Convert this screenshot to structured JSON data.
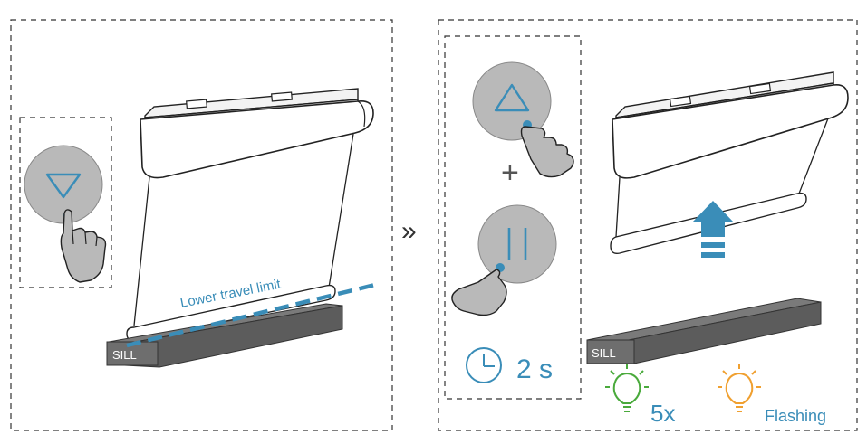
{
  "left_panel": {
    "sill_label": "SILL",
    "limit_label": "Lower travel limit"
  },
  "step_separator": "»",
  "right_panel": {
    "plus_sign": "+",
    "hold_time": "2 s",
    "sill_label": "SILL",
    "green_count": "5x",
    "orange_label": "Flashing"
  },
  "colors": {
    "accent_blue": "#3a8db8",
    "button_gray": "#b9b9b9",
    "sill_dark": "#5c5c5c",
    "green_light": "#4aaa3c",
    "orange_light": "#f0a030"
  },
  "icons": [
    "down-arrow-icon",
    "up-arrow-icon",
    "pause-icon",
    "clock-icon",
    "lightbulb-icon",
    "hand-pointer-icon"
  ]
}
